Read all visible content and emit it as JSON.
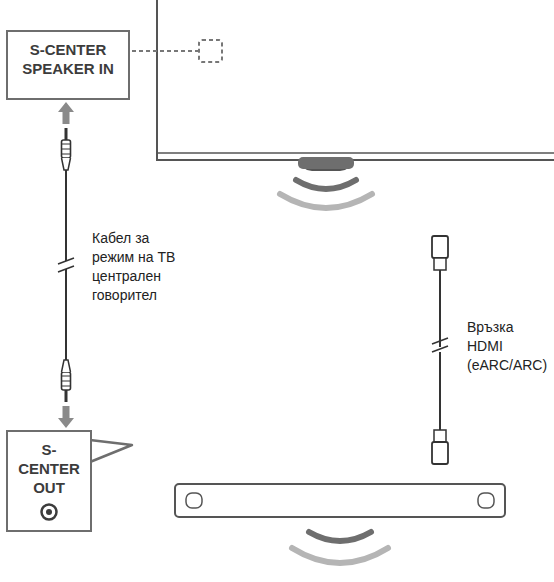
{
  "diagram": {
    "nodes": [
      {
        "text": [
          "S-CENTER SPEAKER IN"
        ]
      },
      {
        "text": [
          "S-CENTER OUT"
        ]
      }
    ],
    "edges": [
      {
        "from": 0,
        "to": 1,
        "arrow": "both",
        "label": "Кабел за режим на ТВ централен говорител"
      }
    ],
    "labels": [
      "Връзка HDMI (eARC/ARC)"
    ]
  }
}
